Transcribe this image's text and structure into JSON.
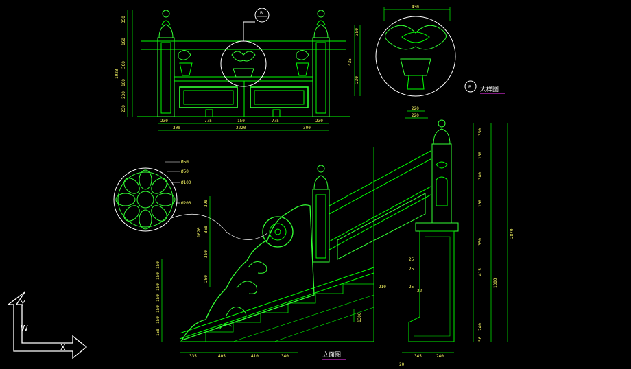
{
  "colors": {
    "background": "#000000",
    "outline": "#00ff00",
    "bright": "#33ff33",
    "dim_text": "#ffff66",
    "cyan": "#00ffff",
    "magenta": "#ff33ff",
    "white": "#ffffff"
  },
  "labels": {
    "detail_title": "大样图",
    "elevation_title": "立面图",
    "detail_marker": "B",
    "ucs_y": "Y",
    "ucs_w": "W",
    "ucs_x": "X"
  },
  "dims": {
    "top_left_vertical": [
      "350",
      "160",
      "360",
      "1020",
      "100",
      "230",
      "230"
    ],
    "top_right_vertical": [
      "350",
      "230",
      "435"
    ],
    "top_bottom_row1": [
      "230",
      "775",
      "150",
      "775",
      "230"
    ],
    "top_bottom_row2": [
      "300",
      "2220",
      "300"
    ],
    "detail_top": "430",
    "detail_bottom": [
      "220",
      "220"
    ],
    "rosette_rings": [
      "Ø50",
      "Ø50",
      "Ø100",
      "Ø200"
    ],
    "side_mid_vertical": [
      "390",
      "1020",
      "360",
      "350",
      "200"
    ],
    "side_left_vertical": [
      "150",
      "150",
      "150",
      "150",
      "150",
      "150",
      "150"
    ],
    "bottom_row": [
      "335",
      "405",
      "410",
      "340"
    ],
    "right_bottom_row": [
      "345",
      "240"
    ],
    "right_bottom_extra": "20",
    "step_small": [
      "25",
      "25",
      "25"
    ],
    "step_side": "22",
    "step_height": "210",
    "step_block": "1300",
    "right_vertical": [
      "350",
      "160",
      "380",
      "100",
      "350",
      "1300",
      "415",
      "240",
      "50"
    ],
    "right_total": "2870"
  }
}
